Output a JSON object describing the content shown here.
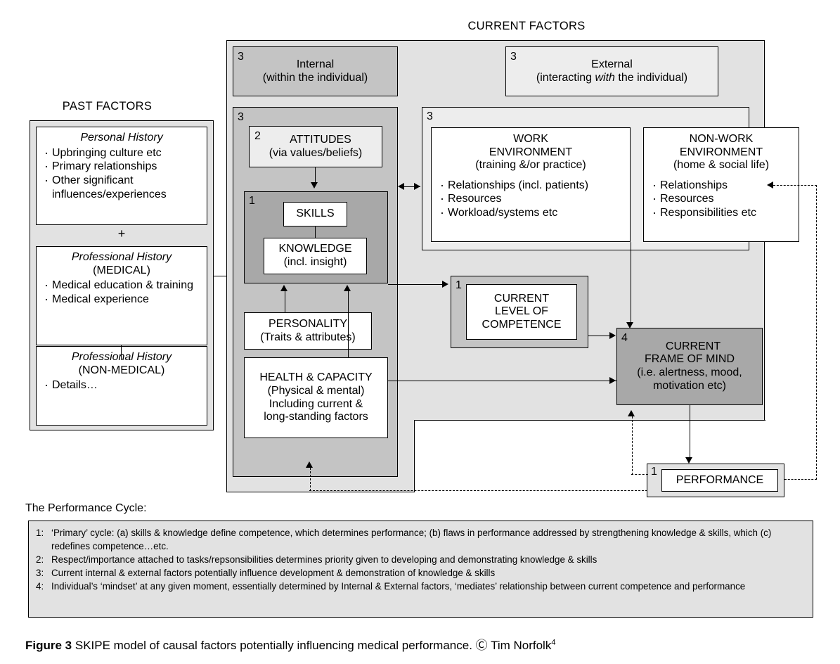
{
  "headings": {
    "past_factors": "PAST FACTORS",
    "current_factors": "CURRENT FACTORS"
  },
  "past_factors": {
    "personal_history": {
      "title": "Personal History",
      "bullets": [
        "Upbringing culture etc",
        "Primary relationships",
        "Other significant influences/experiences"
      ]
    },
    "plus": "+",
    "professional_medical": {
      "title": "Professional History",
      "subtitle": "(MEDICAL)",
      "bullets": [
        "Medical education & training",
        "Medical experience"
      ]
    },
    "professional_nonmedical": {
      "title": "Professional History",
      "subtitle": "(NON-MEDICAL)",
      "bullets": [
        "Details…"
      ]
    }
  },
  "current_factors": {
    "internal_header": {
      "tag": "3",
      "title": "Internal",
      "subtitle": "(within the individual)"
    },
    "external_header": {
      "tag": "3",
      "title": "External",
      "subtitle_pre": "(interacting ",
      "subtitle_em": "with",
      "subtitle_post": " the individual)"
    },
    "internal_group_tag": "3",
    "external_group_tag": "3",
    "attitudes": {
      "tag": "2",
      "title": "ATTITUDES",
      "subtitle": "(via values/beliefs)"
    },
    "skills_knowledge_group_tag": "1",
    "skills": {
      "title": "SKILLS"
    },
    "knowledge": {
      "title": "KNOWLEDGE",
      "subtitle": "(incl. insight)"
    },
    "personality": {
      "title": "PERSONALITY",
      "subtitle": "(Traits & attributes)"
    },
    "health_capacity": {
      "title": "HEALTH & CAPACITY",
      "line2": "(Physical & mental)",
      "line3": "Including current &",
      "line4": "long-standing factors"
    },
    "work_environment": {
      "title_line1": "WORK",
      "title_line2": "ENVIRONMENT",
      "subtitle": "(training &/or practice)",
      "bullets": [
        "Relationships (incl. patients)",
        "Resources",
        "Workload/systems etc"
      ]
    },
    "non_work_environment": {
      "title_line1": "NON-WORK",
      "title_line2": "ENVIRONMENT",
      "subtitle": "(home & social life)",
      "bullets": [
        "Relationships",
        "Resources",
        "Responsibilities etc"
      ]
    },
    "competence": {
      "tag": "1",
      "line1": "CURRENT",
      "line2": "LEVEL OF",
      "line3": "COMPETENCE"
    },
    "frame_of_mind": {
      "tag": "4",
      "line1": "CURRENT",
      "line2": "FRAME OF MIND",
      "line3": "(i.e. alertness, mood,",
      "line4": "motivation etc)"
    },
    "performance": {
      "tag": "1",
      "title": "PERFORMANCE"
    }
  },
  "legend": {
    "caption": "The Performance Cycle:",
    "rows": [
      {
        "num": "1:",
        "text": "‘Primary’ cycle: (a) skills & knowledge define competence, which determines performance; (b) flaws in performance addressed by strengthening knowledge & skills, which (c) redefines competence…etc."
      },
      {
        "num": "2:",
        "text": "Respect/importance attached to tasks/repsonsibilities determines priority given to developing and demonstrating knowledge & skills"
      },
      {
        "num": "3:",
        "text": "Current internal & external factors potentially influence development & demonstration of knowledge & skills"
      },
      {
        "num": "4:",
        "text": "Individual’s ‘mindset’ at any given moment, essentially determined by Internal & External factors, ‘mediates’ relationship between current competence and performance"
      }
    ]
  },
  "figure_caption": {
    "label": "Figure 3",
    "text": "SKIPE model of causal factors potentially influencing medical performance. Ⓒ Tim Norfolk",
    "superscript": "4"
  },
  "colors": {
    "white": "#ffffff",
    "very_light_grey": "#ededed",
    "light_grey": "#e2e2e2",
    "medium_grey": "#c4c4c4",
    "dark_grey": "#a8a8a8",
    "line": "#000000"
  }
}
